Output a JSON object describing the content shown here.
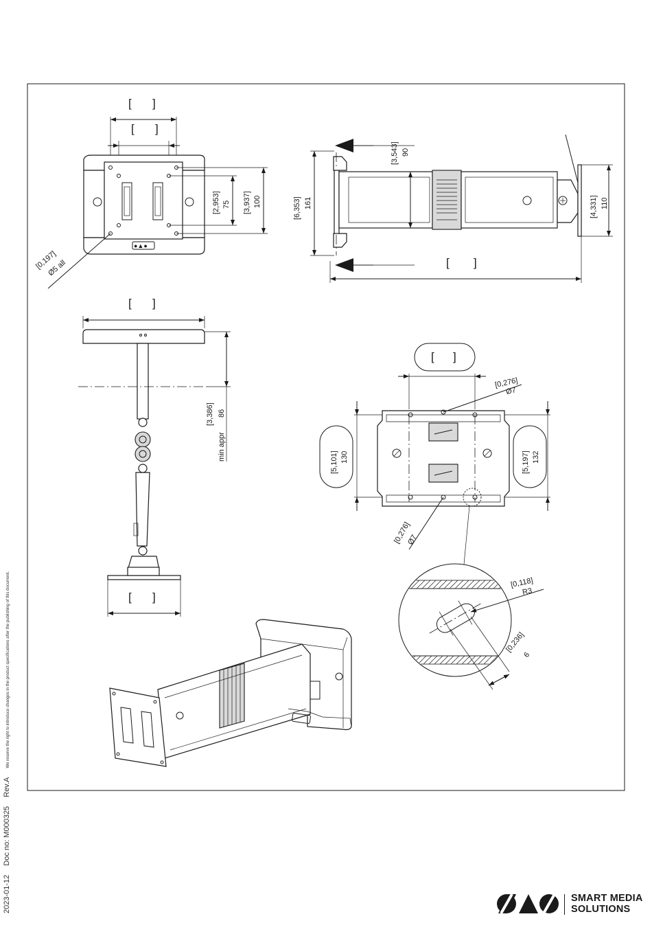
{
  "document": {
    "date": "2023-01-12",
    "doc_no": "Doc no: M000325",
    "revision": "Rev.A",
    "disclaimer": "We reserve the right to introduce changes in the product specifications after the publishing of this document."
  },
  "brand": {
    "line1": "SMART MEDIA",
    "line2": "SOLUTIONS",
    "logo_icon": "sms-logo-icon"
  },
  "front_view": {
    "dim_75_in": "[2,953]",
    "dim_75_mm": "75",
    "dim_100_in": "[3,937]",
    "dim_100_mm": "100",
    "hole_in": "[0,197]",
    "hole_mm": "Ø5  all"
  },
  "top_view": {
    "dim_90_in": "[3,543]",
    "dim_90_mm": "90",
    "dim_161_in": "[6,353]",
    "dim_161_mm": "161",
    "dim_110_in": "[4,331]",
    "dim_110_mm": "110"
  },
  "side_view": {
    "dim_86_in": "[3,386]",
    "dim_86_mm": "86",
    "dim_86_note": "min appr"
  },
  "wall_plate": {
    "hole_top_in": "[0,276]",
    "hole_top_mm": "Ø7",
    "hole_bot_in": "[0,276]",
    "hole_bot_mm": "Ø7",
    "dim_130_in": "[5,101]",
    "dim_130_mm": "130",
    "dim_132_in": "[5,197]",
    "dim_132_mm": "132"
  },
  "detail": {
    "radius_in": "[0,118]",
    "radius_mm": "R3",
    "width_in": "[0,236]",
    "width_mm": "6"
  }
}
